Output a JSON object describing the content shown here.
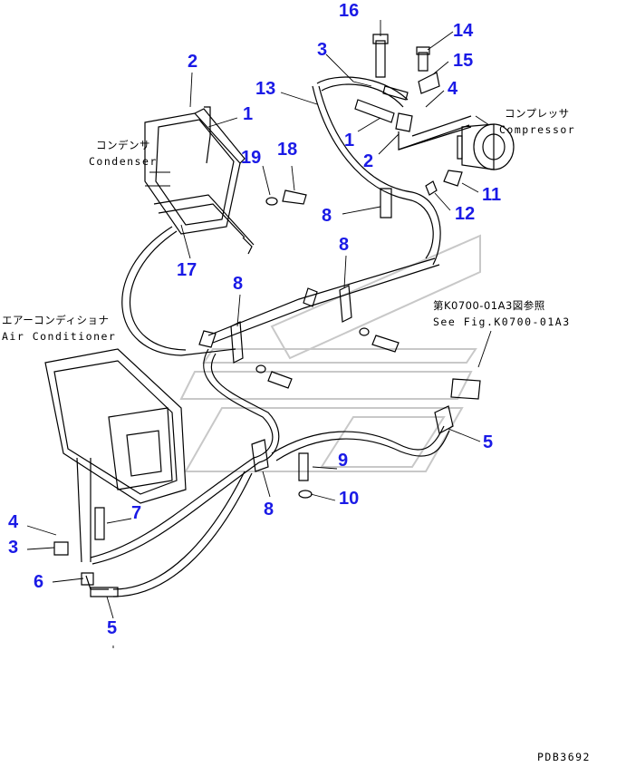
{
  "labels": {
    "condenser_jp": "コンデンサ",
    "condenser_en": "Condenser",
    "compressor_jp": "コンプレッサ",
    "compressor_en": "Compressor",
    "air_conditioner_jp": "エアーコンディショナ",
    "air_conditioner_en": "Air Conditioner",
    "ref_jp": "第K0700-01A3図参照",
    "ref_en": "See Fig.K0700-01A3",
    "drawing_code": "PDB3692"
  },
  "callouts": {
    "c16": "16",
    "c14": "14",
    "c15": "15",
    "c3_top": "3",
    "c4_top": "4",
    "c2_top": "2",
    "c1_cond": "1",
    "c13": "13",
    "c1_pipe": "1",
    "c2_pipe": "2",
    "c19": "19",
    "c18": "18",
    "c11": "11",
    "c12": "12",
    "c8_a": "8",
    "c17": "17",
    "c8_b": "8",
    "c8_c": "8",
    "c5_right": "5",
    "c9": "9",
    "c10": "10",
    "c8_d": "8",
    "c7": "7",
    "c4_left": "4",
    "c3_left": "3",
    "c6": "6",
    "c5_bottom": "5"
  },
  "colors": {
    "callout": "#1a1ae6",
    "line": "#000000",
    "watermark": "#c8c8c8"
  }
}
